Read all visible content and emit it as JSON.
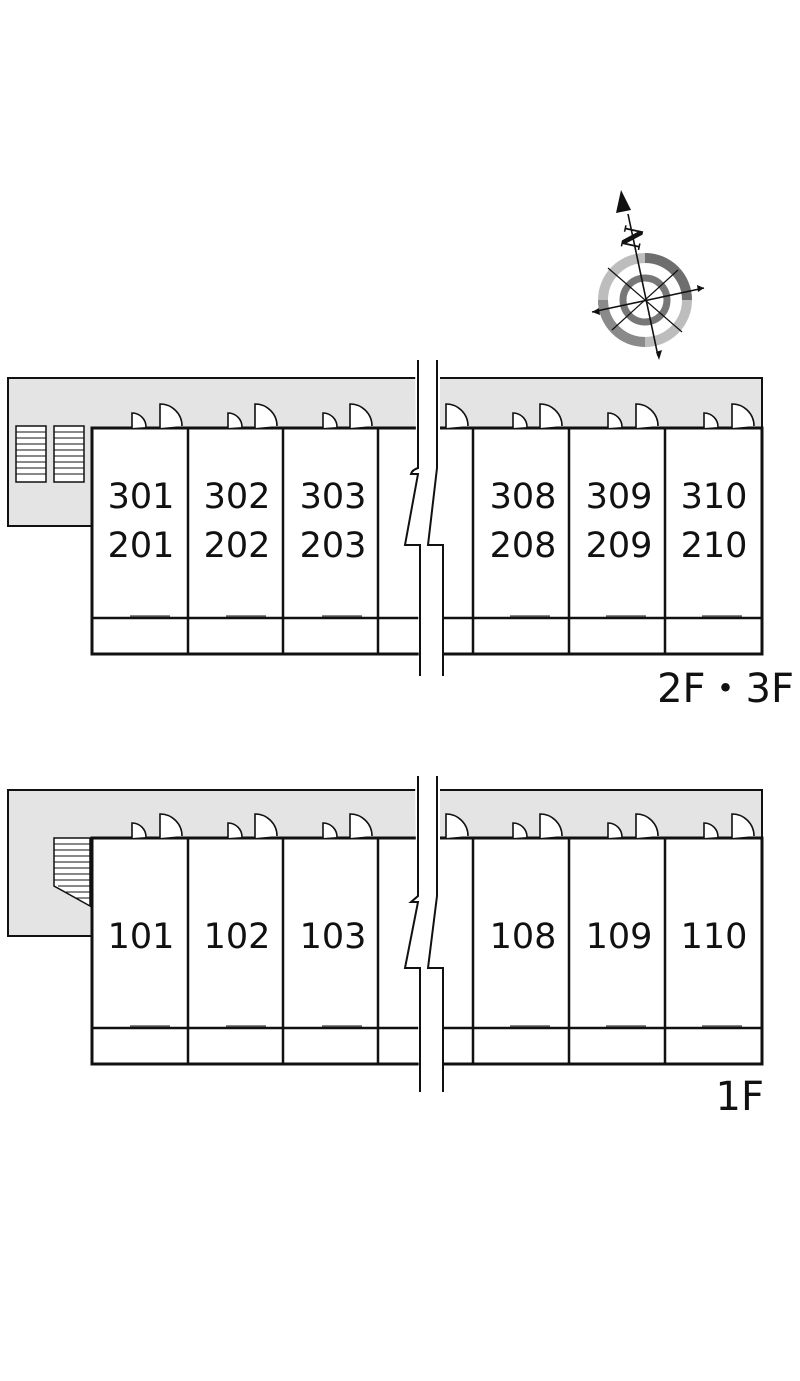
{
  "compass": {
    "north_label": "N"
  },
  "floors": [
    {
      "id": "upper",
      "label": "2F・3F",
      "units": [
        {
          "top": "301",
          "bottom": "201"
        },
        {
          "top": "302",
          "bottom": "202"
        },
        {
          "top": "303",
          "bottom": "203"
        },
        {
          "top": "",
          "bottom": ""
        },
        {
          "top": "308",
          "bottom": "208"
        },
        {
          "top": "309",
          "bottom": "209"
        },
        {
          "top": "310",
          "bottom": "210"
        }
      ]
    },
    {
      "id": "ground",
      "label": "1F",
      "units": [
        {
          "top": "101",
          "bottom": ""
        },
        {
          "top": "102",
          "bottom": ""
        },
        {
          "top": "103",
          "bottom": ""
        },
        {
          "top": "",
          "bottom": ""
        },
        {
          "top": "108",
          "bottom": ""
        },
        {
          "top": "109",
          "bottom": ""
        },
        {
          "top": "110",
          "bottom": ""
        }
      ]
    }
  ],
  "colors": {
    "corridor": "#e4e4e4",
    "line": "#111111",
    "compass_light": "#bdbdbd",
    "compass_dark": "#6e6e6e"
  }
}
